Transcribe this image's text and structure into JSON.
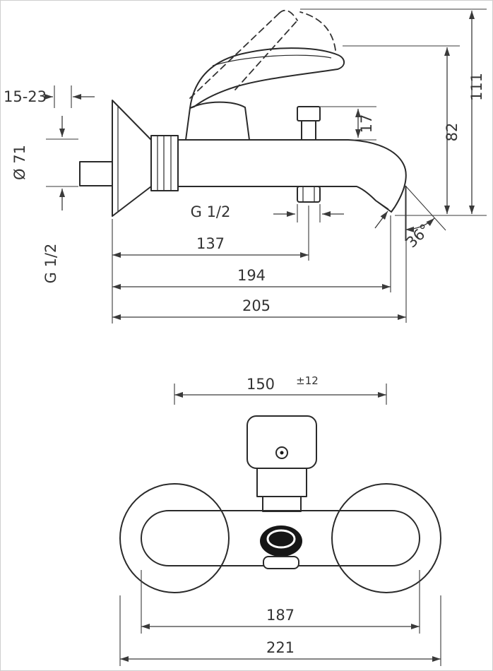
{
  "drawing": {
    "side_view": {
      "wall_clearance": "15-23",
      "flange_diameter": "Ø 71",
      "inlet_thread": "G 1/2",
      "outlet_thread": "G 1/2",
      "diverter_height": "17",
      "height_to_spout": "82",
      "overall_height": "111",
      "spout_angle": "36°",
      "wall_to_outlet": "137",
      "wall_to_spout": "194",
      "overall_depth": "205"
    },
    "front_view": {
      "connection_centers": "150",
      "tolerance": "±12",
      "body_width": "187",
      "overall_width": "221"
    }
  }
}
